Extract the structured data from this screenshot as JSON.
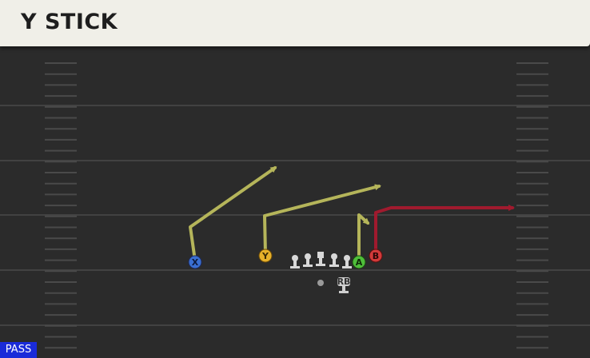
{
  "play": {
    "title": "Y STICK",
    "type_badge": "PASS"
  },
  "receivers": {
    "x": {
      "label": "X",
      "color": "#3a6fd1"
    },
    "y": {
      "label": "Y",
      "color": "#e7b12a"
    },
    "a": {
      "label": "A",
      "color": "#4fbf3a"
    },
    "b": {
      "label": "B",
      "color": "#d23a3a"
    }
  },
  "backfield": {
    "rb": {
      "label": "RB"
    }
  },
  "colors": {
    "route_primary": "#b5b55a",
    "route_highlight": "#a01a2e",
    "field": "#2b2b2b",
    "yard_line": "#444444",
    "hash": "#4a4a4a",
    "title_bg": "#f0efe8",
    "badge_bg": "#1a2bd9"
  }
}
